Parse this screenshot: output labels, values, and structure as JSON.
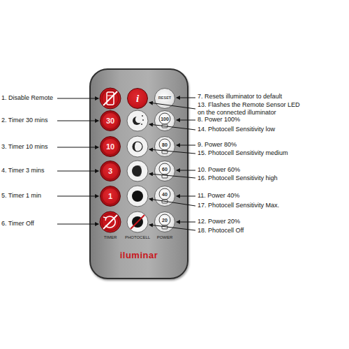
{
  "diagram": {
    "nodes": [
      {
        "text": [
          "iluminar"
        ]
      },
      {
        "text": [
          "i"
        ],
        "in": 0
      },
      {
        "text": [
          "RESET"
        ],
        "in": 0
      },
      {
        "text": [
          "30"
        ],
        "in": 0
      },
      {
        "text": [
          "10"
        ],
        "in": 0
      },
      {
        "text": [
          "3"
        ],
        "in": 0
      },
      {
        "text": [
          "1"
        ],
        "in": 0
      },
      {
        "text": [
          "100"
        ],
        "in": 0
      },
      {
        "text": [
          "80"
        ],
        "in": 0
      },
      {
        "text": [
          "60"
        ],
        "in": 0
      },
      {
        "text": [
          "40"
        ],
        "in": 0
      },
      {
        "text": [
          "20"
        ],
        "in": 0
      }
    ],
    "labels": [
      "1. Disable Remote",
      "2. Timer 30 mins",
      "3. Timer 10 mins",
      "4. Timer 3 mins",
      "5. Timer 1 min",
      "6. Timer Off",
      "7. Resets illuminator to default",
      "13. Flashes the Remote Sensor LED on the connected illuminator",
      "8. Power 100%",
      "14. Photocell Sensitivity low",
      "9. Power 80%",
      "15. Photocell Sensitivity medium",
      "10. Power 60%",
      "16. Photocell Sensitivity high",
      "11. Power 40%",
      "17. Photocell Sensitivity Max.",
      "12. Power 20%",
      "18. Photocell Off",
      "TIMER",
      "PHOTOCELL",
      "POWER"
    ]
  }
}
